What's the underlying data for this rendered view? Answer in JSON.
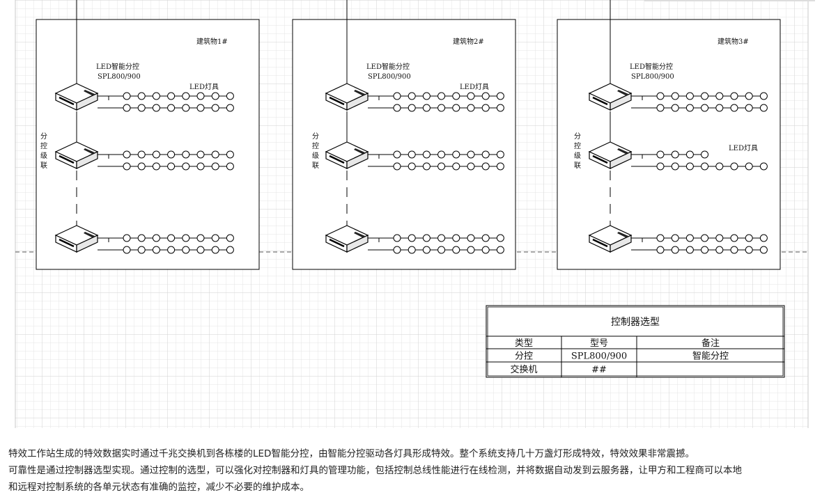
{
  "buildings": [
    {
      "title": "建筑物1#",
      "controller_label": "LED智能分控",
      "model_label": "SPL800/900",
      "lamp_label": "LED灯具",
      "cascade_label": [
        "分",
        "控",
        "级",
        "联"
      ],
      "rows": [
        [
          8,
          8
        ],
        [
          8,
          8
        ],
        [
          8,
          8
        ]
      ],
      "lamp_label_row": 0
    },
    {
      "title": "建筑物2#",
      "controller_label": "LED智能分控",
      "model_label": "SPL800/900",
      "lamp_label": "LED灯具",
      "cascade_label": [
        "分",
        "控",
        "级",
        "联"
      ],
      "rows": [
        [
          8,
          8
        ],
        [
          8,
          8
        ],
        [
          8,
          8
        ]
      ],
      "lamp_label_row": 0
    },
    {
      "title": "建筑物3#",
      "controller_label": "LED智能分控",
      "model_label": "SPL800/900",
      "lamp_label": "LED灯具",
      "cascade_label": [
        "分",
        "控",
        "级",
        "联"
      ],
      "rows": [
        [
          8,
          8
        ],
        [
          4,
          8
        ],
        [
          8,
          8
        ]
      ],
      "lamp_label_row": 1
    }
  ],
  "table": {
    "title": "控制器选型",
    "headers": [
      "类型",
      "型号",
      "备注"
    ],
    "rows": [
      [
        "分控",
        "SPL800/900",
        "智能分控"
      ],
      [
        "交换机",
        "##",
        ""
      ]
    ]
  },
  "caption": {
    "line1": "特效工作站生成的特效数据实时通过千兆交换机到各栋楼的LED智能分控，由智能分控驱动各灯具形成特效。整个系统支持几十万盏灯形成特效，特效效果非常震撼。",
    "line2": "可靠性是通过控制器选型实现。通过控制的选型，可以强化对控制器和灯具的管理功能，包括控制总线性能进行在线检测，并将数据自动发到云服务器，让甲方和工程商可以本地",
    "line3": "和远程对控制系统的各单元状态有准确的监控，减少不必要的维护成本。"
  }
}
